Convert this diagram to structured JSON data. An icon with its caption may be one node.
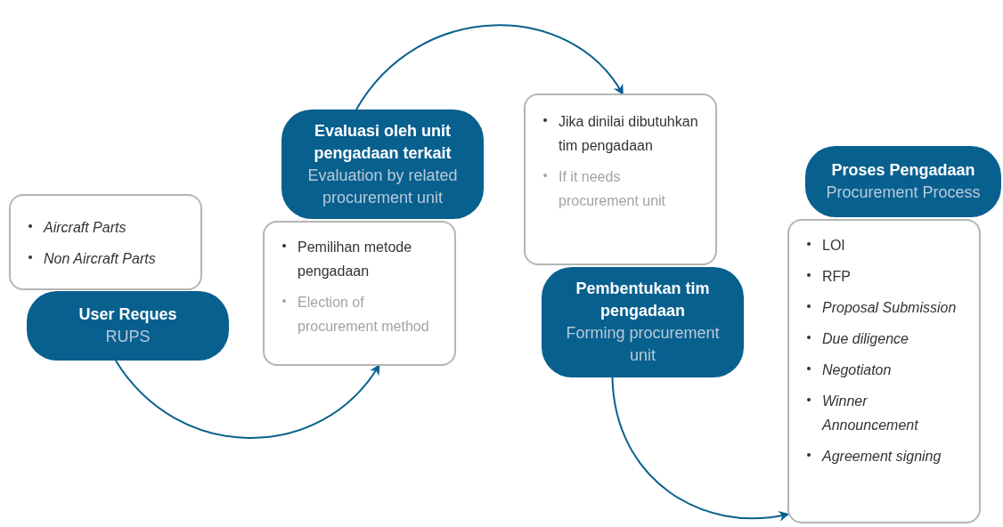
{
  "diagram": {
    "nodes": [
      {
        "text": [
          "Aircraft Parts",
          "Non Aircraft Parts"
        ]
      },
      {
        "text": [
          "User Reques",
          "RUPS"
        ]
      },
      {
        "text": [
          "Pemilihan metode pengadaan",
          "Election of procurement method"
        ]
      },
      {
        "text": [
          "Evaluasi oleh unit pengadaan terkait",
          "Evaluation by related procurement unit"
        ]
      },
      {
        "text": [
          "Jika dinilai dibutuhkan tim pengadaan",
          "If it needs procurement unit"
        ]
      },
      {
        "text": [
          "Pembentukan tim pengadaan",
          "Forming procurement unit"
        ]
      },
      {
        "text": [
          "LOI",
          "RFP",
          "Proposal Submission",
          "Due diligence",
          "Negotiaton",
          "Winner Announcement",
          "Agreement signing"
        ]
      },
      {
        "text": [
          "Proses Pengadaan",
          "Procurement Process"
        ]
      }
    ],
    "edges": [
      {
        "from": 1,
        "to": 2,
        "arrow": "to"
      },
      {
        "from": 3,
        "to": 4,
        "arrow": "to"
      },
      {
        "from": 5,
        "to": 6,
        "arrow": "to"
      }
    ]
  }
}
